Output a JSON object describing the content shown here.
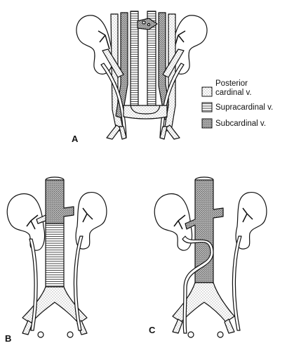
{
  "panels": {
    "a": "A",
    "b": "B",
    "c": "C"
  },
  "legend": {
    "posterior_line1": "Posterior",
    "posterior_line2": "cardinal v.",
    "supracardinal": "Supracardinal v.",
    "subcardinal": "Subcardinal v."
  },
  "colors": {
    "ink": "#111111",
    "paper": "#ffffff",
    "stipple": "#8a8a8a"
  }
}
